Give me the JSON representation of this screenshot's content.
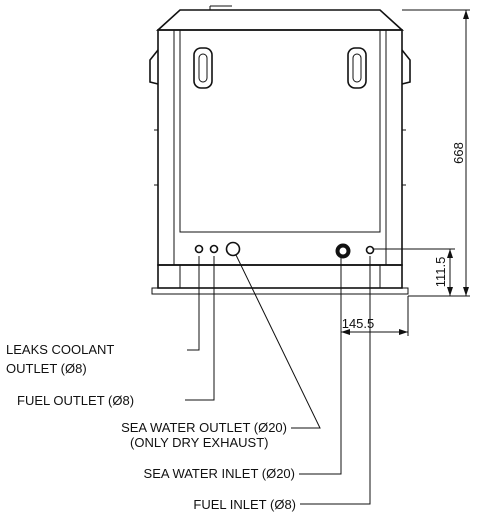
{
  "dimensions": {
    "height_total": "668",
    "height_outlets": "111.5",
    "width_offset": "145.5"
  },
  "labels": {
    "leaks_coolant_line1": "LEAKS COOLANT",
    "leaks_coolant_line2": "OUTLET (Ø8)",
    "fuel_outlet": "FUEL OUTLET (Ø8)",
    "sea_water_outlet_line1": "SEA WATER OUTLET (Ø20)",
    "sea_water_outlet_line2": "(ONLY DRY EXHAUST)",
    "sea_water_inlet": "SEA WATER INLET (Ø20)",
    "fuel_inlet": "FUEL INLET (Ø8)"
  }
}
